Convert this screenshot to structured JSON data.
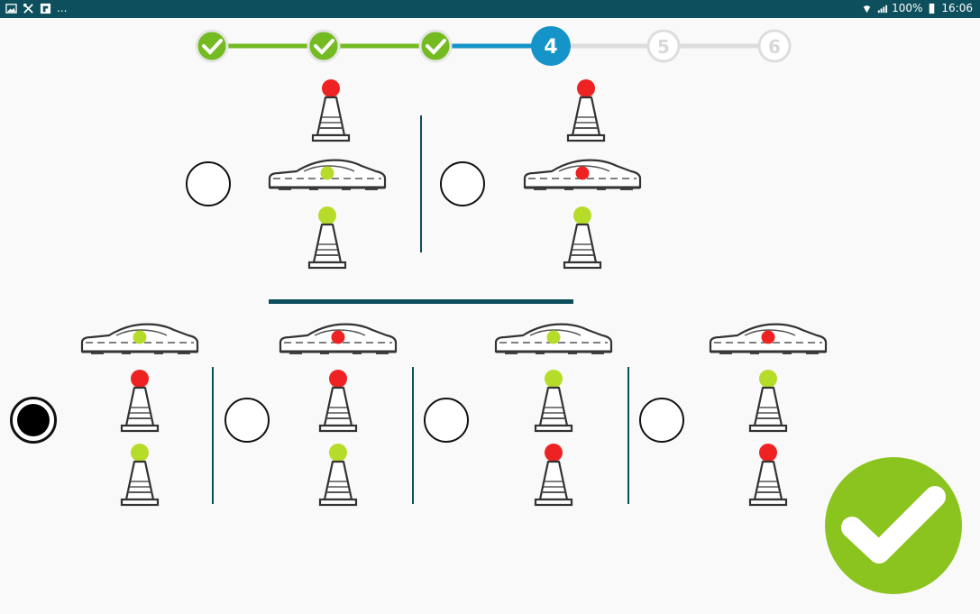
{
  "status_bar": {
    "left_icons": [
      "image-icon",
      "tools-icon",
      "flipboard-icon"
    ],
    "overflow": "...",
    "battery": "100%",
    "time": "16:06"
  },
  "stepper": {
    "current": 4,
    "steps": [
      {
        "label": "",
        "state": "done"
      },
      {
        "label": "",
        "state": "done"
      },
      {
        "label": "",
        "state": "done"
      },
      {
        "label": "4",
        "state": "current"
      },
      {
        "label": "5",
        "state": "pending"
      },
      {
        "label": "6",
        "state": "pending"
      }
    ]
  },
  "colors": {
    "done": "#74bb22",
    "current": "#1594c9",
    "pending": "#dddddd",
    "cone_light_red": "#ee2222",
    "cone_light_green": "#b6dc2a",
    "divider": "#0d4f5c",
    "confirm": "#8bc41f"
  },
  "question": {
    "options": [
      {
        "cone_top": "red",
        "car_light": "green",
        "cone_bottom": "green",
        "selected": false
      },
      {
        "cone_top": "red",
        "car_light": "red",
        "cone_bottom": "green",
        "selected": false
      }
    ]
  },
  "answers": {
    "options": [
      {
        "car_light": "green",
        "cone_top": "red",
        "cone_bottom": "green",
        "selected": true
      },
      {
        "car_light": "red",
        "cone_top": "red",
        "cone_bottom": "green",
        "selected": false
      },
      {
        "car_light": "green",
        "cone_top": "green",
        "cone_bottom": "red",
        "selected": false
      },
      {
        "car_light": "red",
        "cone_top": "green",
        "cone_bottom": "red",
        "selected": false
      }
    ]
  },
  "confirm_button": {
    "icon": "check-icon"
  }
}
